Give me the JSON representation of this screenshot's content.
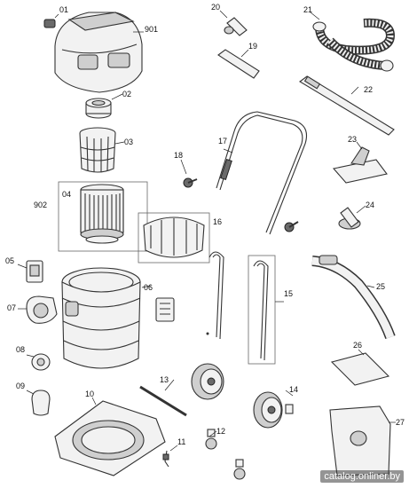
{
  "labels": {
    "p01": "01",
    "p02": "02",
    "p03": "03",
    "p04": "04",
    "p05": "05",
    "p06": "06",
    "p07": "07",
    "p08": "08",
    "p09": "09",
    "p10": "10",
    "p11": "11",
    "p12": "12",
    "p13": "13",
    "p14": "14",
    "p15": "15",
    "p16": "16",
    "p17": "17",
    "p18": "18",
    "p19": "19",
    "p20": "20",
    "p21": "21",
    "p22": "22",
    "p23": "23",
    "p24": "24",
    "p25": "25",
    "p26": "26",
    "p27": "27",
    "p901": "901",
    "p902": "902"
  },
  "watermark": "catalog.onliner.by"
}
